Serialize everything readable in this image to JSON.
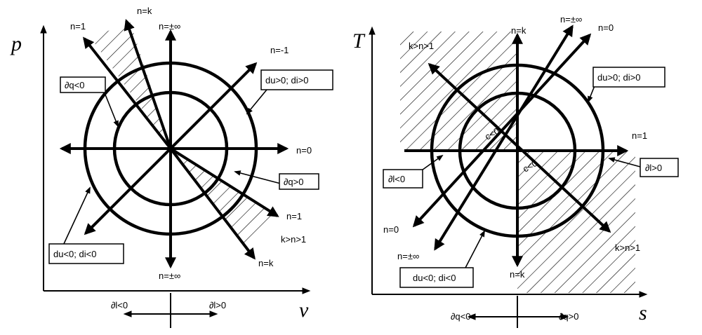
{
  "left_panel": {
    "y_axis": "p",
    "x_axis": "v",
    "labels": {
      "n1_top": "n=1",
      "nk_top": "n=k",
      "ninf_top": "n=±∞",
      "nm1": "n=-1",
      "n0": "n=0",
      "n1_bottom": "n=1",
      "knk1": "k>n>1",
      "nk_bottom": "n=k",
      "ninf_bottom": "n=±∞"
    },
    "boxes": {
      "dq_neg": "∂q<0",
      "du_pos": "du>0; di>0",
      "dq_pos": "∂q>0",
      "du_neg": "du<0; di<0"
    },
    "bottom": {
      "left": "∂l<0",
      "right": "∂l>0"
    }
  },
  "right_panel": {
    "y_axis": "T",
    "x_axis": "s",
    "labels": {
      "knk1_top": "k>n>1",
      "nk_top": "n=k",
      "ninf_top": "n=±∞",
      "n0_top": "n=0",
      "n1": "n=1",
      "c_neg_top": "c<0",
      "c_neg_bottom": "c<0",
      "n0_bottom": "n=0",
      "ninf_bottom": "n=±∞",
      "nk_bottom": "n=k",
      "knk1_bottom": "k>n>1"
    },
    "boxes": {
      "du_pos": "du>0; di>0",
      "dl_neg": "∂l<0",
      "dl_pos": "∂l>0",
      "du_neg": "du<0; di<0"
    },
    "bottom": {
      "left": "∂q<0",
      "right": "∂q>0"
    }
  }
}
